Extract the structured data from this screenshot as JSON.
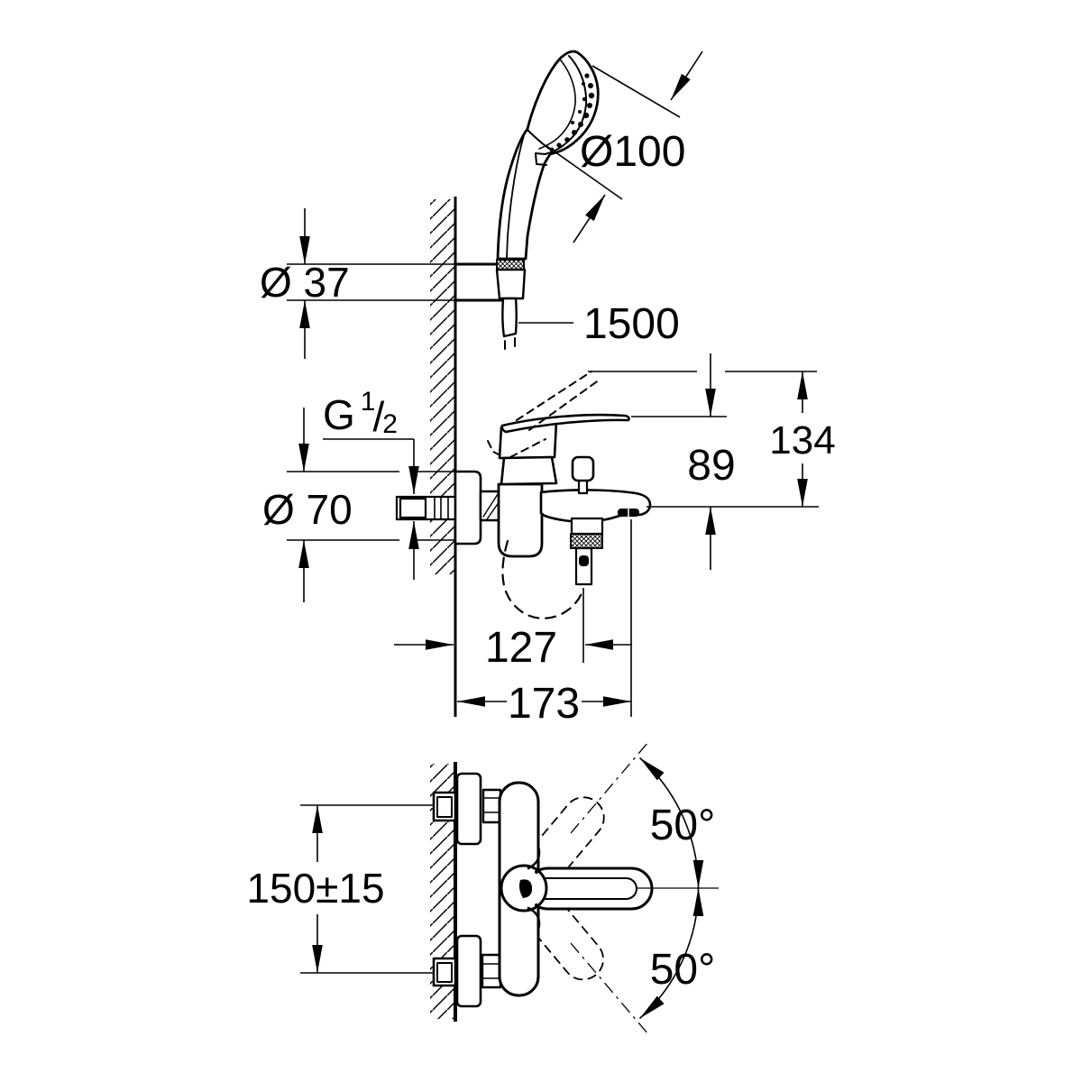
{
  "drawing": {
    "type": "technical-dimension-drawing",
    "subject": "wall-mounted bath/shower mixer with hand shower set",
    "colors": {
      "line": "#000000",
      "background": "#ffffff"
    }
  },
  "dims": {
    "head_diameter": "Ø100",
    "holder_diameter": "Ø 37",
    "hose_length": "1500",
    "thread": {
      "g": "G",
      "sup": "1",
      "slash": "/",
      "sub": "2"
    },
    "escutcheon_diameter": "Ø 70",
    "spout_drop": "89",
    "lever_raise": "134",
    "diverter_reach": "127",
    "spout_reach": "173",
    "mounting_centers": "150±15",
    "lever_angle_up": "50°",
    "lever_angle_down": "50°"
  }
}
